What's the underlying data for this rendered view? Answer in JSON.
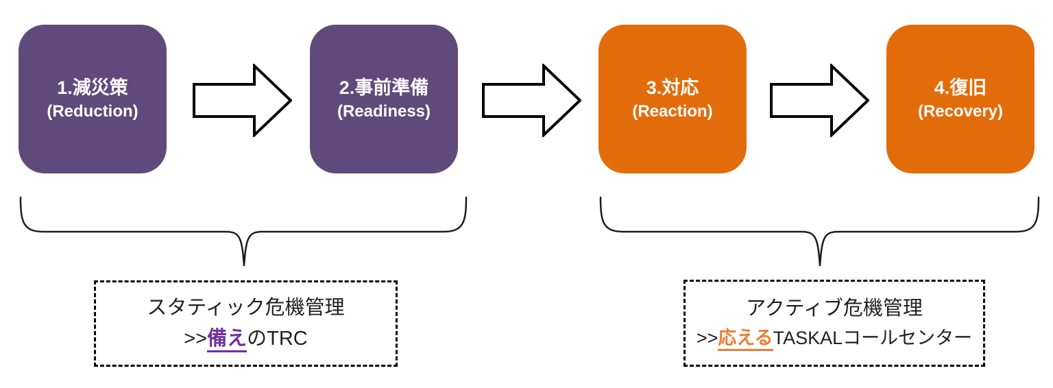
{
  "colors": {
    "stage_purple": "#604a7b",
    "stage_orange": "#e36c0a",
    "stage_text": "#ffffff",
    "highlight_purple": "#7030a0",
    "highlight_orange": "#ed7d31",
    "arrow_fill": "#ffffff",
    "arrow_outline": "#000000",
    "brace_line": "#1c1c1c",
    "note_border": "#000000",
    "note_text": "#1f1f1f"
  },
  "icons": {
    "flow_arrow": "right-block-arrow",
    "brace": "curly-brace-opening-down"
  },
  "stages": [
    {
      "title": "1.減災策",
      "subtitle": "(Reduction)",
      "color": "#604a7b"
    },
    {
      "title": "2.事前準備",
      "subtitle": "(Readiness)",
      "color": "#604a7b"
    },
    {
      "title": "3.対応",
      "subtitle": "(Reaction)",
      "color": "#e36c0a"
    },
    {
      "title": "4.復旧",
      "subtitle": "(Recovery)",
      "color": "#e36c0a"
    }
  ],
  "notes": [
    {
      "line1": "スタティック危機管理",
      "line2_prefix": ">>",
      "line2_highlight": "備え",
      "line2_suffix": "のTRC",
      "highlight_color": "#7030a0"
    },
    {
      "line1": "アクティブ危機管理",
      "line2_prefix": ">>",
      "line2_highlight": "応える",
      "line2_suffix": "TASKALコールセンター",
      "highlight_color": "#ed7d31"
    }
  ]
}
